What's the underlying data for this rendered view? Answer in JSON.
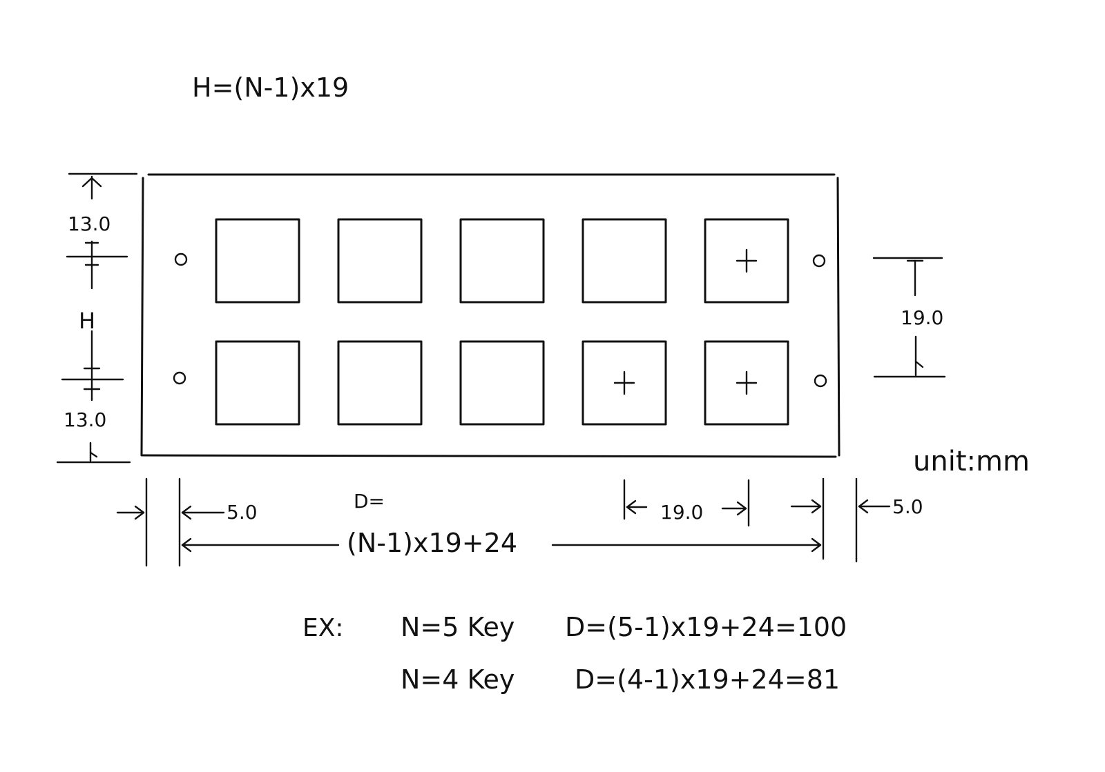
{
  "diagram": {
    "formula_h": "H=(N-1)x19",
    "left_dimensions": {
      "top_margin": "13.0",
      "middle": "H",
      "bottom_margin": "13.0"
    },
    "right_dimensions": {
      "key_pitch_vertical": "19.0"
    },
    "unit_label": "unit:mm",
    "bottom_dimensions": {
      "left_margin": "5.0",
      "d_label_line1": "D=",
      "d_label_line2": "(N-1)x19+24",
      "key_pitch_horizontal": "19.0",
      "right_margin": "5.0"
    },
    "examples": {
      "prefix": "EX:",
      "line1_n": "N=5 Key",
      "line1_d": "D=(5-1)x19+24=100",
      "line2_n": "N=4 Key",
      "line2_d": "D=(4-1)x19+24=81"
    },
    "keys": [
      [
        {
          "mark": ""
        },
        {
          "mark": ""
        },
        {
          "mark": ""
        },
        {
          "mark": ""
        },
        {
          "mark": "+"
        }
      ],
      [
        {
          "mark": ""
        },
        {
          "mark": ""
        },
        {
          "mark": ""
        },
        {
          "mark": "+"
        },
        {
          "mark": "+"
        }
      ]
    ]
  }
}
